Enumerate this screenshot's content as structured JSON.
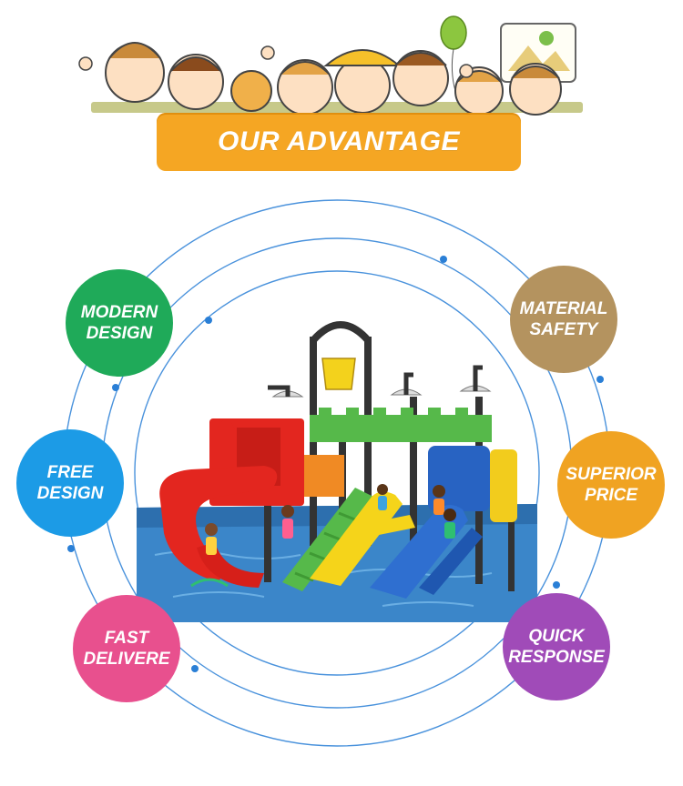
{
  "banner": {
    "title": "OUR ADVANTAGE"
  },
  "features": [
    {
      "id": "modern-design",
      "line1": "MODERN",
      "line2": "DESIGN",
      "color": "#1faa59"
    },
    {
      "id": "free-design",
      "line1": "FREE",
      "line2": "DESIGN",
      "color": "#1c9be6"
    },
    {
      "id": "fast-delivere",
      "line1": "FAST",
      "line2": "DELIVERE",
      "color": "#e8508e"
    },
    {
      "id": "material-safety",
      "line1": "MATERIAL",
      "line2": "SAFETY",
      "color": "#b4935f"
    },
    {
      "id": "superior-price",
      "line1": "SUPERIOR",
      "line2": "PRICE",
      "color": "#f0a322"
    },
    {
      "id": "quick-response",
      "line1": "QUICK",
      "line2": "RESPONSE",
      "color": "#a04bb8"
    }
  ],
  "colors": {
    "accent": "#f5a623",
    "orbit": "#2a7fd6"
  },
  "illustration": "water-playground-with-slides"
}
